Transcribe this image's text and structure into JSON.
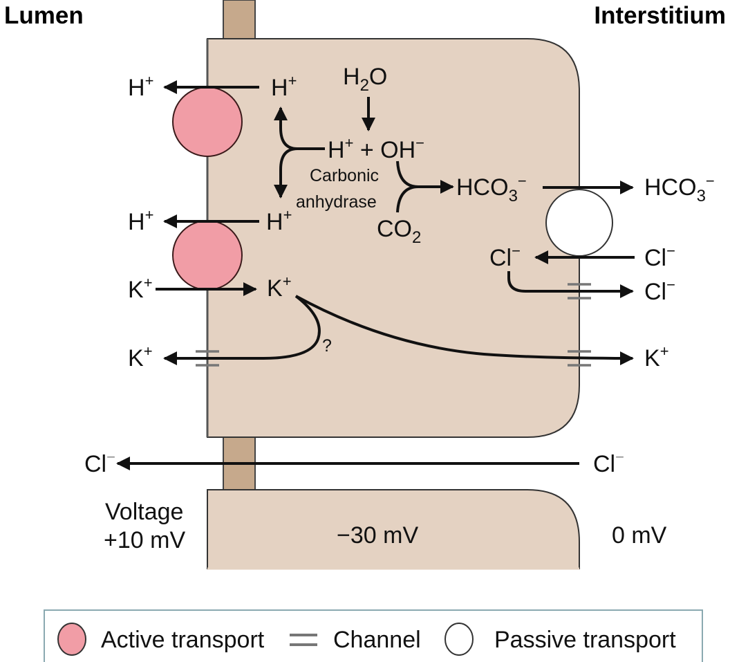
{
  "header": {
    "left": "Lumen",
    "right": "Interstitium"
  },
  "colors": {
    "cell_fill": "#e4d2c2",
    "junction_fill": "#c6a98c",
    "active_transport": "#f19da6",
    "passive_transport": "#ffffff",
    "legend_border": "#8aa9b0"
  },
  "ions": {
    "h_lumen_1": "H",
    "h_cell_1": "H",
    "h2o": "H",
    "h2o_sub": "2",
    "h2o_o": "O",
    "h_oh_h": "H",
    "h_oh_plus": "+",
    "h_oh_middle": " + OH",
    "minus": "−",
    "plus": "+",
    "carbonic": "Carbonic",
    "anhydrase": "anhydrase",
    "co2": "CO",
    "co2_sub": "2",
    "hco3_cell": "HCO",
    "hco3_sub": "3",
    "hco3_inter": "HCO",
    "h_lumen_2": "H",
    "h_cell_2": "H",
    "k_lumen_1": "K",
    "k_cell": "K",
    "k_lumen_2": "K",
    "k_inter": "K",
    "question": "?",
    "cl_cell": "Cl",
    "cl_inter_1": "Cl",
    "cl_inter_2": "Cl",
    "cl_lumen_para": "Cl",
    "cl_inter_para": "Cl"
  },
  "voltages": {
    "lumen_label": "Voltage",
    "lumen_value": "+10 mV",
    "cell_value": "−30 mV",
    "interstitium_value": "0 mV"
  },
  "legend": {
    "active": "Active transport",
    "channel": "Channel",
    "passive": "Passive transport"
  }
}
